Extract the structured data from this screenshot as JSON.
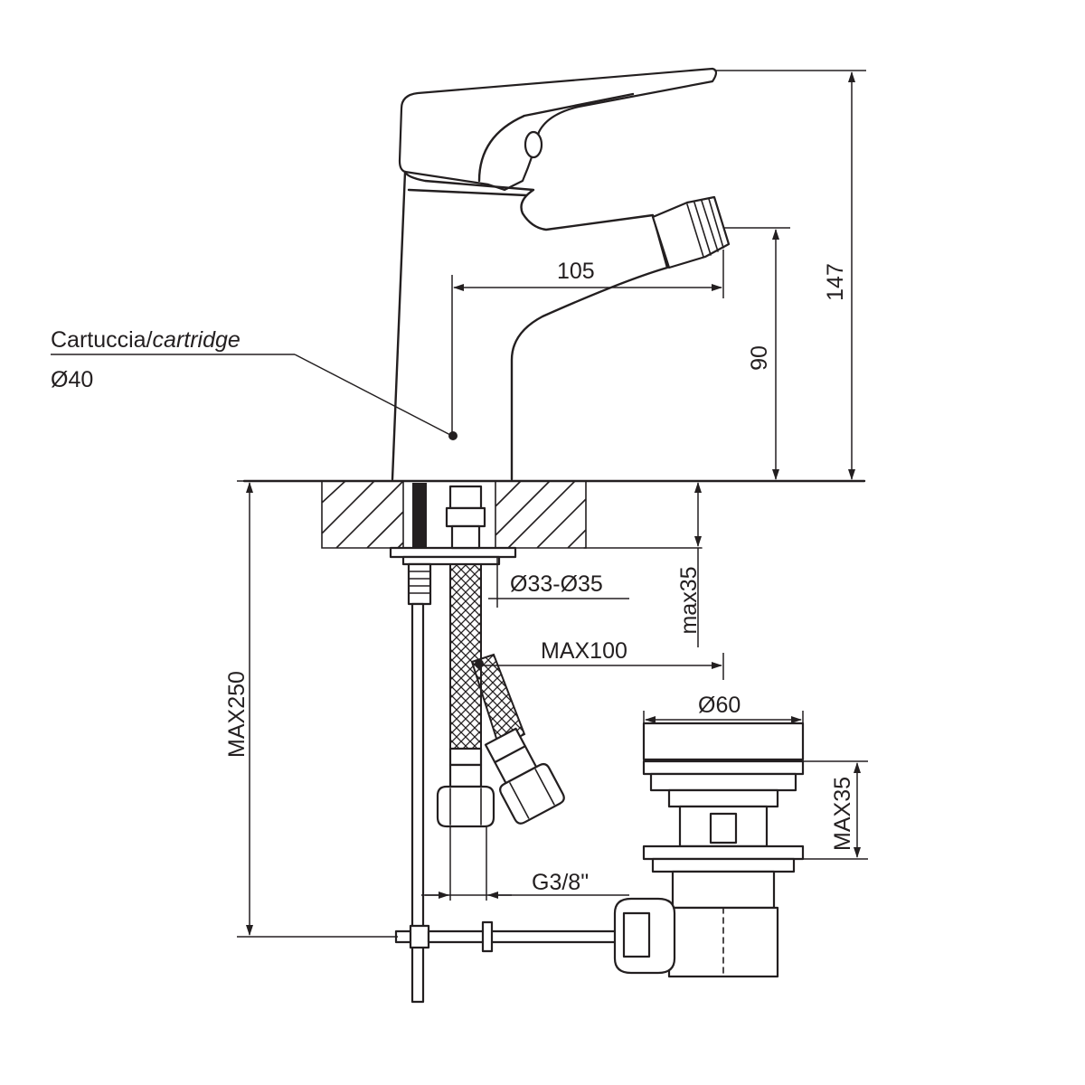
{
  "labels": {
    "cartridge_it": "Cartuccia/",
    "cartridge_en": "cartridge",
    "cartridge_dia": "Ø40",
    "spout_reach": "105",
    "total_height": "147",
    "spout_height": "90",
    "hole_diameter": "Ø33-Ø35",
    "deck_thickness": "max35",
    "hose_length": "MAX100",
    "waste_diameter": "Ø60",
    "waste_height": "MAX35",
    "below_deck": "MAX250",
    "thread": "G3/8\""
  },
  "colors": {
    "line": "#231f20",
    "background": "#ffffff"
  }
}
